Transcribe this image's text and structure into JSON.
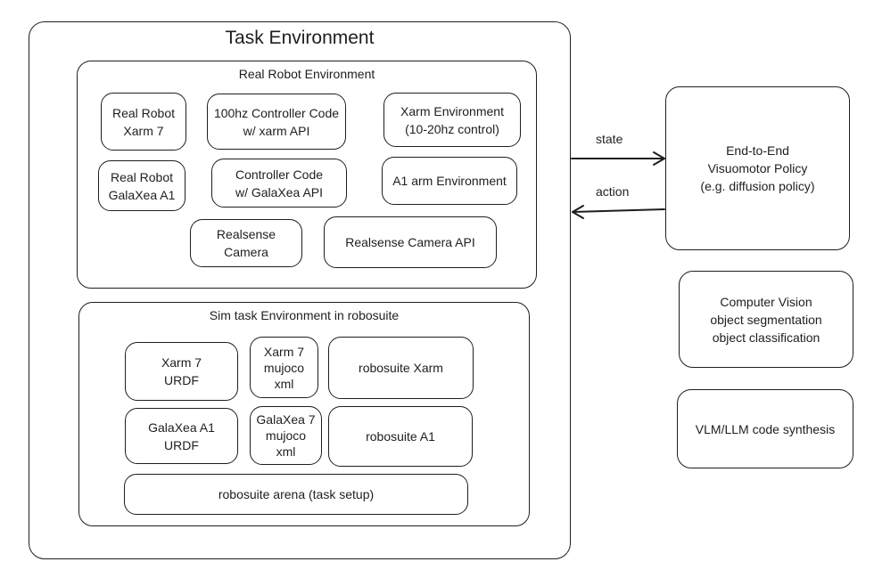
{
  "task_env": {
    "title": "Task Environment"
  },
  "real_env": {
    "title": "Real Robot Environment",
    "nodes": {
      "xarm7": "Real Robot\nXarm 7",
      "galaxea": "Real Robot\nGalaXea A1",
      "ctrl_xarm": "100hz Controller Code\nw/ xarm API",
      "ctrl_galaxea": "Controller Code\nw/ GalaXea API",
      "xarm_env": "Xarm Environment\n(10-20hz control)",
      "a1_env": "A1 arm Environment",
      "realsense_cam": "Realsense\nCamera",
      "realsense_api": "Realsense Camera API"
    }
  },
  "sim_env": {
    "title": "Sim task Environment in robosuite",
    "nodes": {
      "xarm_urdf": "Xarm 7\nURDF",
      "xarm_xml": "Xarm 7\nmujoco\nxml",
      "rs_xarm": "robosuite Xarm",
      "galaxea_urdf": "GalaXea A1\nURDF",
      "galaxea_xml": "GalaXea 7\nmujoco\nxml",
      "rs_a1": "robosuite A1",
      "arena": "robosuite arena (task setup)"
    }
  },
  "policy": {
    "label": "End-to-End\nVisuomotor Policy\n(e.g. diffusion policy)"
  },
  "vision": {
    "label": "Computer Vision\nobject segmentation\nobject classification"
  },
  "vlm": {
    "label": "VLM/LLM code synthesis"
  },
  "edges": {
    "state": "state",
    "action": "action"
  }
}
